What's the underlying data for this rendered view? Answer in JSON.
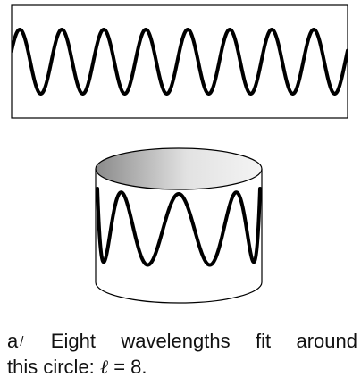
{
  "caption": {
    "label": "a",
    "separator": "/",
    "text_line1": "Eight wavelengths fit around",
    "text_line2_prefix": "this circle:",
    "symbol": "ℓ",
    "equals_value": "= 8."
  },
  "diagram": {
    "flat_wave_cycles": 8,
    "cylinder_visible_cycles": 4,
    "colors": {
      "stroke": "#000000",
      "wave": "#000000",
      "cylinder_top_dark": "#8a8a8a",
      "cylinder_top_light": "#f4f4f4"
    }
  }
}
